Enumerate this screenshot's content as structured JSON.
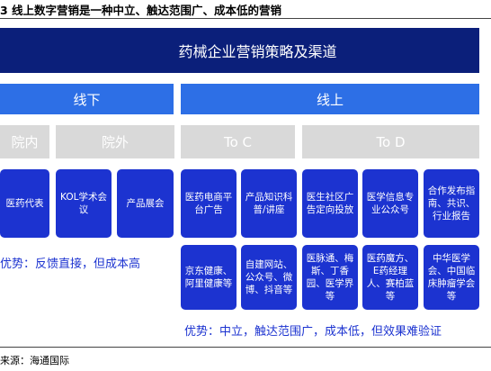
{
  "caption": "3 线上数字营销是一种中立、触达范围广、成本低的营销",
  "banner": "药械企业营销策略及渠道",
  "offline": {
    "label": "线下",
    "channels": [
      "院内",
      "院外"
    ],
    "row1": [
      "医药代表",
      "KOL学术会议",
      "产品展会"
    ],
    "advantage": "优势：反馈直接，但成本高"
  },
  "online": {
    "label": "线上",
    "channels": [
      "To C",
      "To D"
    ],
    "row1": [
      "医药电商平台广告",
      "产品知识科普/讲座",
      "医生社区广告定向投放",
      "医学信息专业公众号",
      "合作发布指南、共识、行业报告"
    ],
    "row2": [
      "京东健康、阿里健康等",
      "自建网站、公众号、微博、抖音等",
      "医脉通、梅斯、丁香园、医学界等",
      "医药魔方、E药经理人、赛柏蓝等",
      "中华医学会、中国临床肿瘤学会等"
    ],
    "advantage": "优势：中立，触达范围广，成本低，但效果难验证"
  },
  "source": "来源：海通国际",
  "colors": {
    "banner": "#0b1f7a",
    "band": "#2d6fe6",
    "box": "#1c33d0",
    "gray": "#d9d9d9"
  }
}
